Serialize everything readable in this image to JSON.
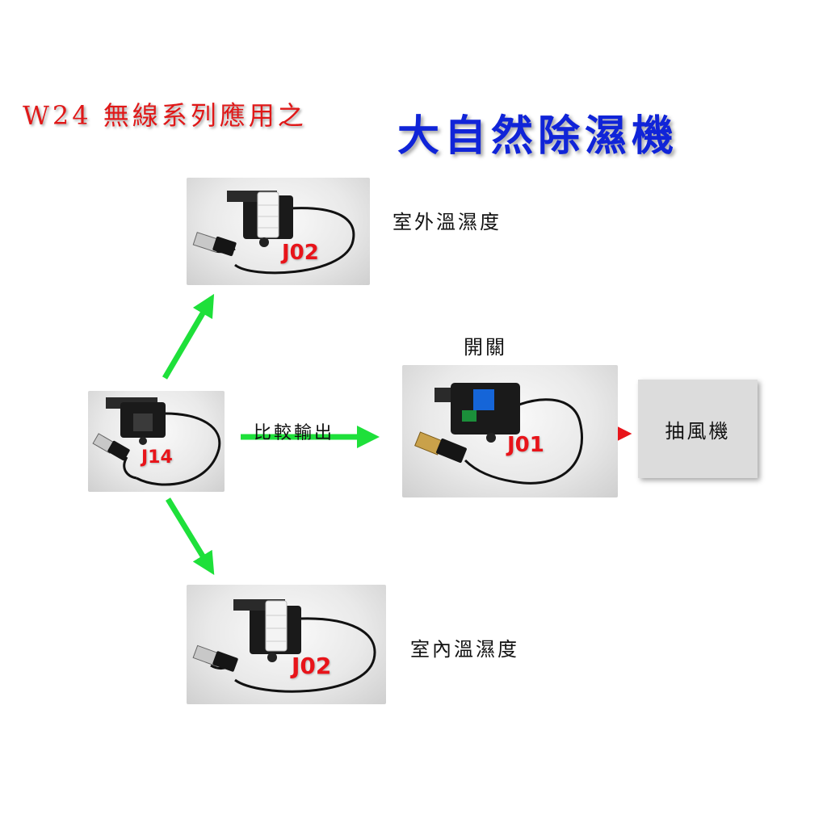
{
  "title": {
    "prefix": "W24 無線系列應用之",
    "main": "大自然除濕機",
    "prefix_color": "#e01818",
    "main_color": "#1024d8"
  },
  "nodes": {
    "j14": {
      "label": "J14"
    },
    "outdoor": {
      "label": "J02",
      "caption": "室外溫濕度"
    },
    "indoor": {
      "label": "J02",
      "caption": "室內溫濕度"
    },
    "switch": {
      "label": "J01",
      "caption": "開關"
    },
    "fan": {
      "caption": "抽風機"
    }
  },
  "edges": {
    "compare_output": "比較輸出",
    "sensor_arrow_color": "#1ee03a",
    "output_arrow_color": "#e8141a"
  },
  "icons": {
    "sensor_device": "sensor-device-icon",
    "relay_device": "relay-device-icon",
    "usb_plug": "usb-plug-icon"
  }
}
